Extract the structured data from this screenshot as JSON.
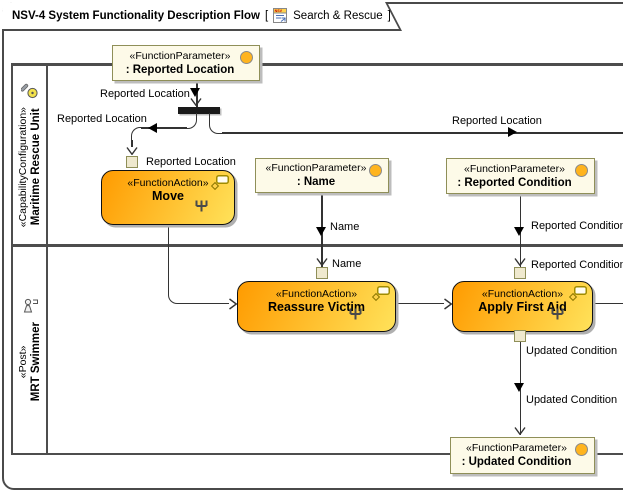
{
  "window": {
    "title": "NSV-4 System Functionality Description Flow",
    "context_open": "[",
    "context_name": "Search & Rescue",
    "context_close": "]",
    "icon_text": "NSV"
  },
  "lanes": [
    {
      "stereotype": "«CapabilityConfiguration»",
      "name": "Maritime Rescue Unit",
      "icon": "capability-configuration-icon"
    },
    {
      "stereotype": "«Post»",
      "name": "MRT Swimmer",
      "icon": "post-icon"
    }
  ],
  "parameters": {
    "reported_location": {
      "stereotype": "«FunctionParameter»",
      "name": ": Reported Location"
    },
    "name_param": {
      "stereotype": "«FunctionParameter»",
      "name": ": Name"
    },
    "reported_condition": {
      "stereotype": "«FunctionParameter»",
      "name": ": Reported Condition"
    },
    "updated_condition": {
      "stereotype": "«FunctionParameter»",
      "name": ": Updated Condition"
    }
  },
  "actions": {
    "move": {
      "stereotype": "«FunctionAction»",
      "name": "Move"
    },
    "reassure_victim": {
      "stereotype": "«FunctionAction»",
      "name": "Reassure Victim"
    },
    "apply_first_aid": {
      "stereotype": "«FunctionAction»",
      "name": "Apply First Aid"
    }
  },
  "flow_labels": {
    "reported_location": "Reported Location",
    "name": "Name",
    "reported_condition": "Reported Condition",
    "updated_condition": "Updated Condition"
  },
  "colors": {
    "action_grad_start": "#FF9B00",
    "action_grad_end": "#FFE25A",
    "param_fill": "#FDFAE8",
    "param_border": "#8F8F58",
    "pin_fill": "#EFE9CE",
    "circle_fill": "#FFB41E",
    "line": "#333333",
    "lane_line": "#4d4d4d",
    "frame_border": "#4a4a4a"
  }
}
